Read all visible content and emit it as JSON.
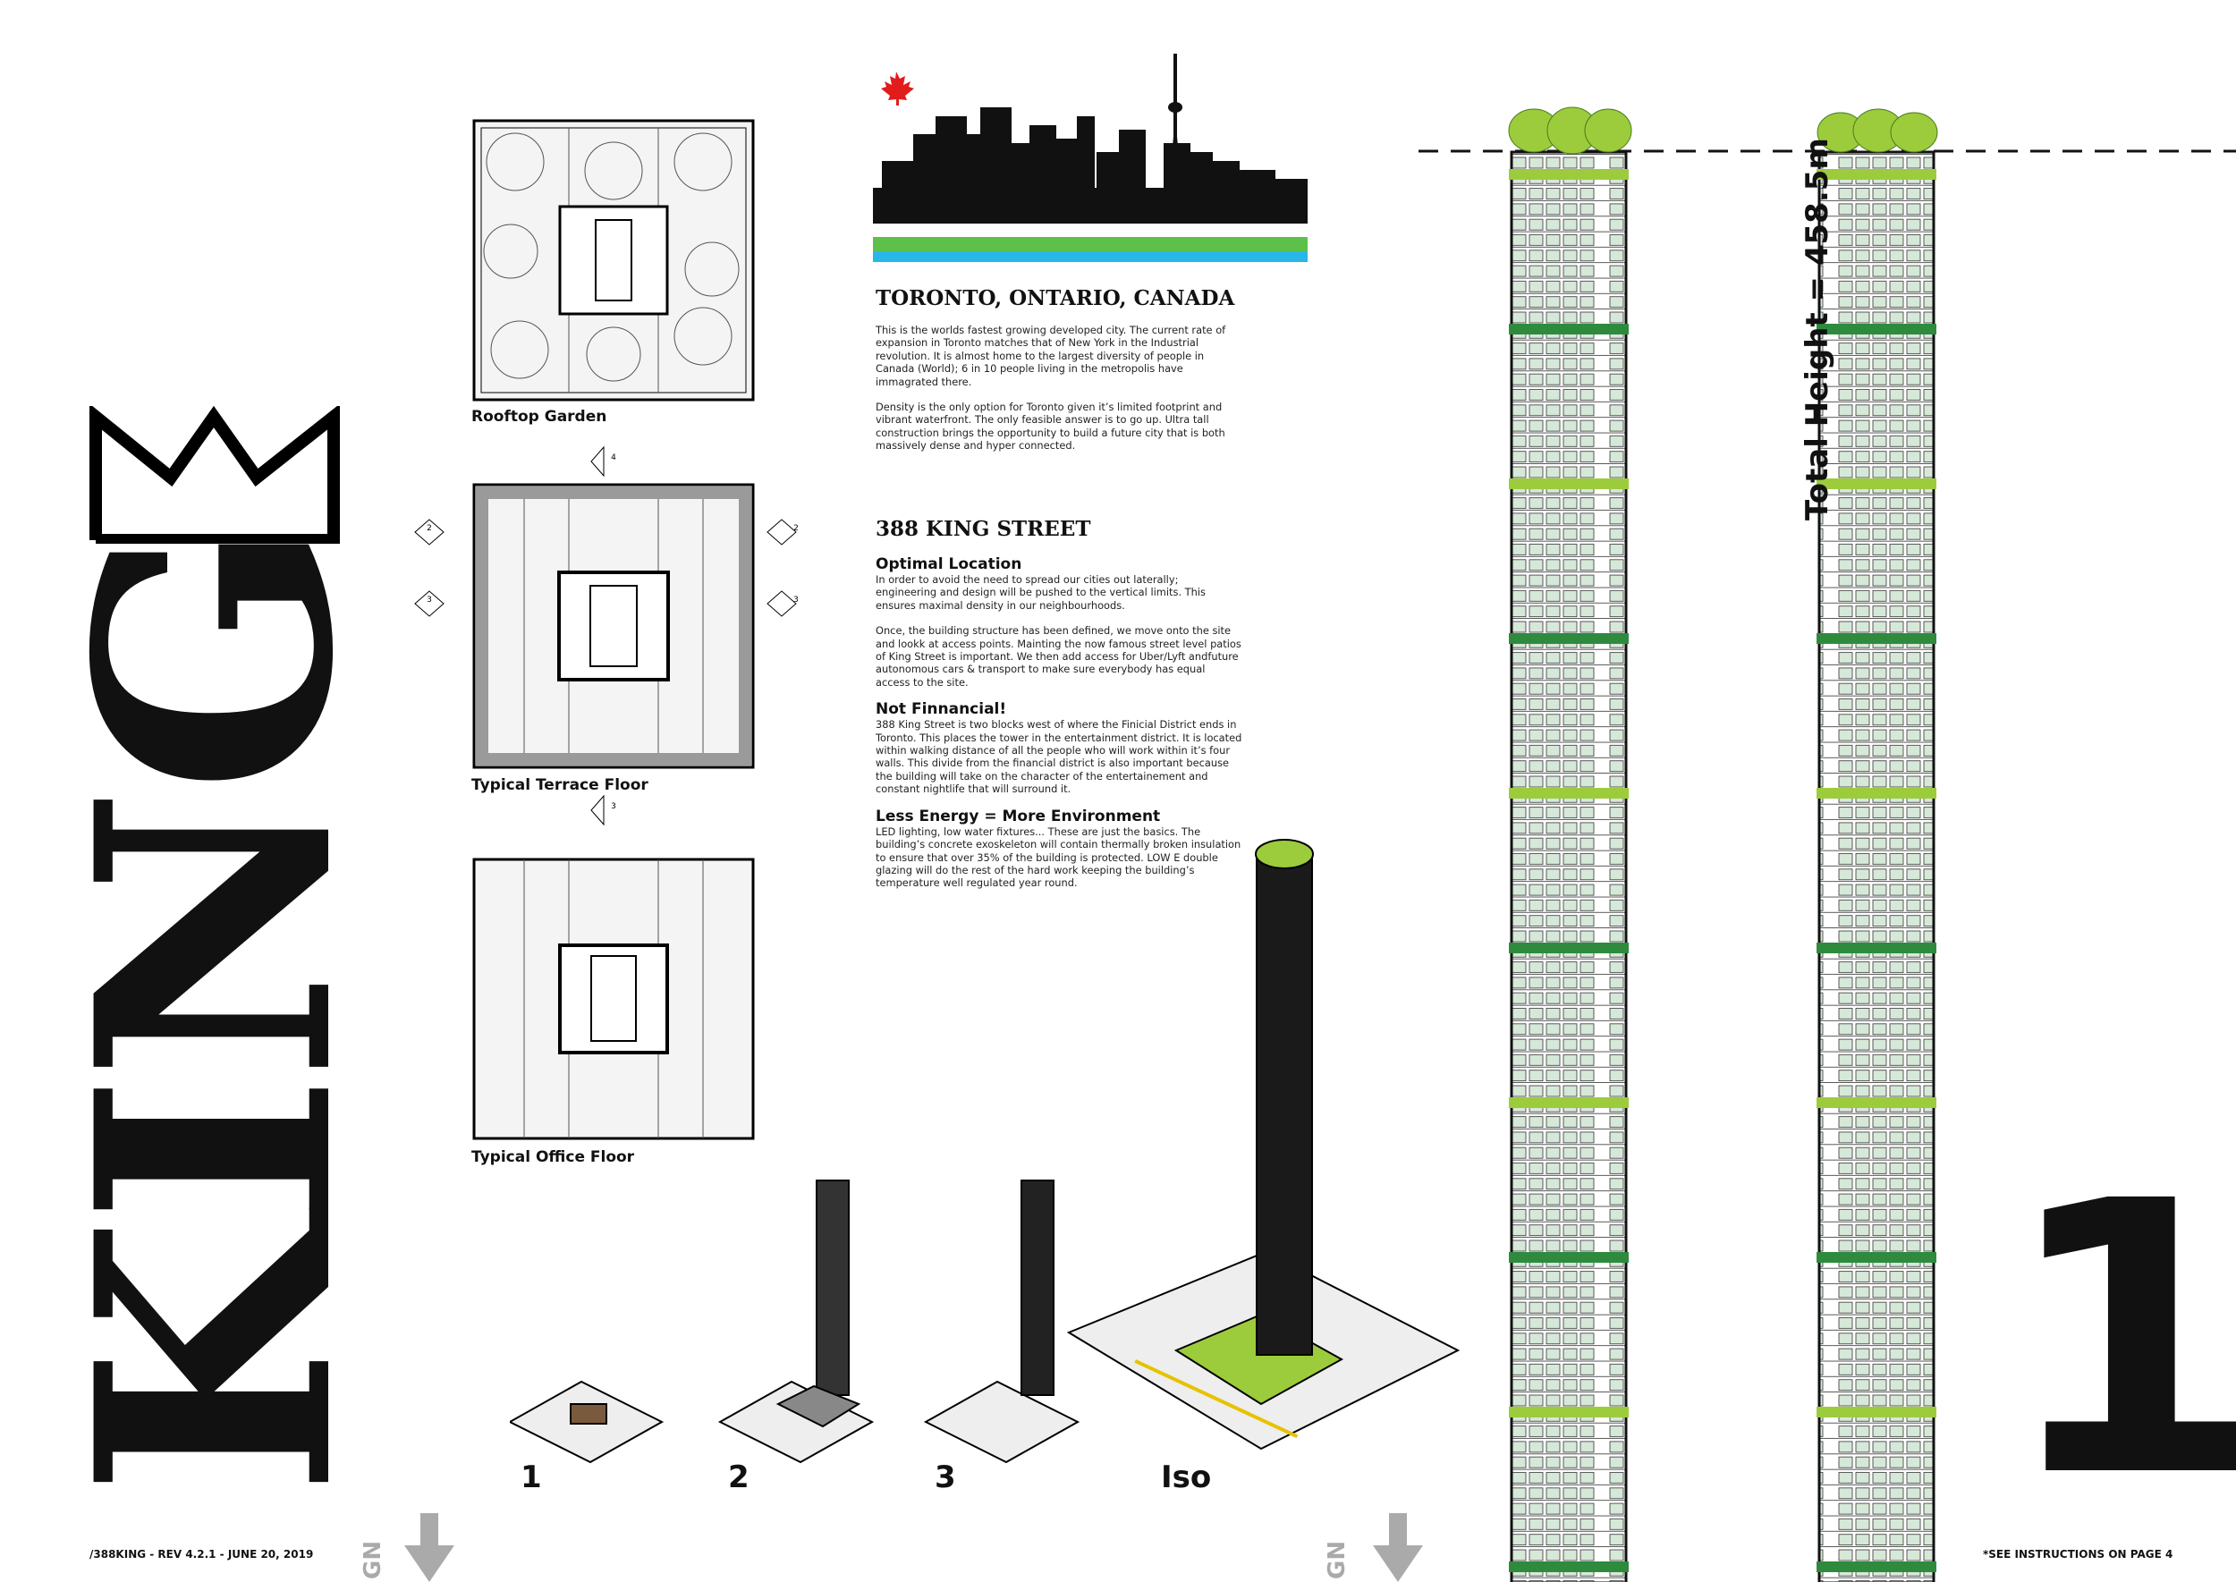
{
  "title": {
    "word": "KING"
  },
  "plans": [
    {
      "label": "Rooftop Garden"
    },
    {
      "label": "Typical Terrace Floor"
    },
    {
      "label": "Typical Office Floor"
    }
  ],
  "section_markers": {
    "top": "4",
    "bottom": "3",
    "left_a": "2",
    "left_b": "3",
    "right_a": "2",
    "right_b": "3"
  },
  "city": {
    "heading": "TORONTO, ONTARIO, CANADA",
    "p1": "This is the worlds fastest growing developed city. The current rate of expansion in Toronto matches that of New York in the Industrial revolution. It is almost home to the largest diversity of people in Canada (World); 6 in 10 people living in the metropolis have immagrated there.",
    "p2": "Density is the only option for Toronto given it’s limited footprint and vibrant waterfront. The only feasible answer is to go up. Ultra tall construction brings the opportunity to build a future city that is both massively dense and hyper connected."
  },
  "project": {
    "heading": "388 KING STREET",
    "sections": [
      {
        "title": "Optimal Location",
        "paras": [
          "In order to avoid the need to spread our cities out laterally; engineering and design will be pushed to the vertical limits. This ensures maximal density in our neighbourhoods.",
          "Once, the building structure has been defined, we move onto the site and lookk at access points. Mainting the now famous street level patios of King Street is important. We then add access for Uber/Lyft andfuture autonomous cars  & transport to make sure everybody has equal access to the site."
        ]
      },
      {
        "title": "Not Finnancial!",
        "paras": [
          "388 King Street is two blocks west of where the Finicial District ends in Toronto. This places the tower in the entertainment district. It is located within walking distance of all the people who will work within it’s four walls. This divide from the financial district is also important because the building will take on the character of the entertainement and constant nightlife that will surround it."
        ]
      },
      {
        "title": "Less Energy = More Environment",
        "paras": [
          "LED lighting, low water fixtures... These are just the basics. The building’s concrete exoskeleton  will contain thermally broken insulation to ensure that over 35% of the building is protected. LOW E double glazing will do the rest of the hard work keeping the building’s temperature well regulated year round."
        ]
      }
    ]
  },
  "stages": [
    "1",
    "2",
    "3",
    "Iso"
  ],
  "elevation": {
    "total_height": "Total Height = 458.5m"
  },
  "page_number": "1",
  "footer": {
    "revision": "/388KING - REV 4.2.1 - JUNE 20, 2019",
    "instructions": "*SEE INSTRUCTIONS ON PAGE 4",
    "north": "GN"
  },
  "colors": {
    "green": "#9ccc3c",
    "dark_green": "#2e8b3e",
    "glass": "#d6e8d8",
    "water": "#29b6e8",
    "flag": "#e21b1b"
  }
}
